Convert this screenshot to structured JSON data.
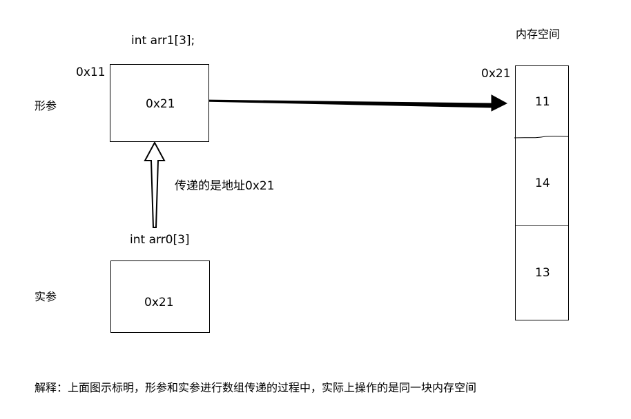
{
  "formal_param": {
    "side_label": "形参",
    "declaration": "int arr1[3];",
    "address": "0x11",
    "value": "0x21"
  },
  "actual_param": {
    "side_label": "实参",
    "declaration": "int arr0[3]",
    "value": "0x21"
  },
  "transfer_label": "传递的是地址0x21",
  "memory": {
    "title": "内存空间",
    "address": "0x21",
    "cells": [
      "11",
      "14",
      "13"
    ]
  },
  "explanation": "解释：上面图示标明，形参和实参进行数组传递的过程中，实际上操作的是同一块内存空间"
}
